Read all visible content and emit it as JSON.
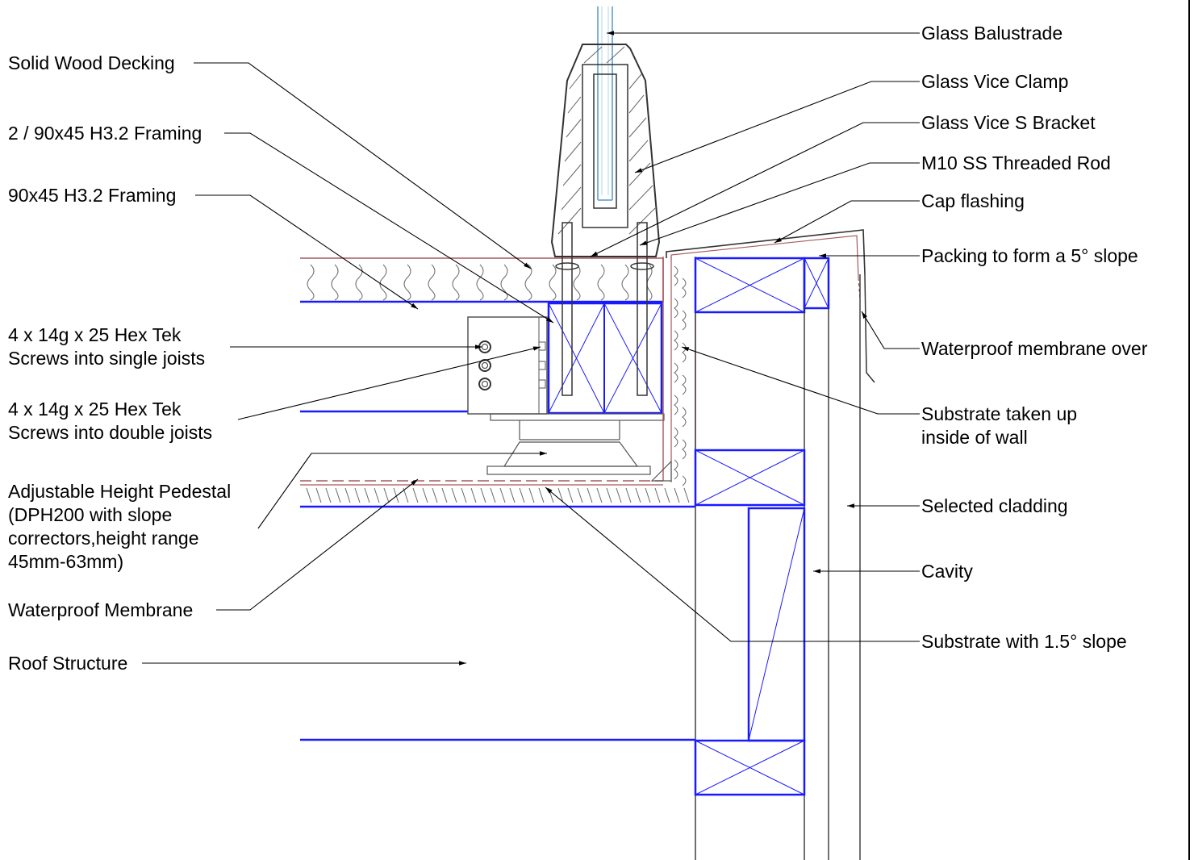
{
  "colors": {
    "timber_blue": "#1a1aff",
    "membrane_red": "#a8585e",
    "glass_blue": "#7fb2d6",
    "leader_black": "#000000"
  },
  "labels_left": [
    {
      "key": "decking",
      "lines": [
        "Solid Wood Decking"
      ]
    },
    {
      "key": "framing_double",
      "lines": [
        "2 / 90x45 H3.2 Framing"
      ]
    },
    {
      "key": "framing_single",
      "lines": [
        "90x45 H3.2 Framing"
      ]
    },
    {
      "key": "screws_single",
      "lines": [
        "4 x 14g x 25 Hex Tek",
        "Screws into single joists"
      ]
    },
    {
      "key": "screws_double",
      "lines": [
        "4 x 14g x 25 Hex Tek",
        "Screws into double joists"
      ]
    },
    {
      "key": "pedestal",
      "lines": [
        "Adjustable Height Pedestal",
        "(DPH200 with slope",
        "correctors,height range",
        "45mm-63mm)"
      ]
    },
    {
      "key": "membrane",
      "lines": [
        "Waterproof Membrane"
      ]
    },
    {
      "key": "roof",
      "lines": [
        "Roof Structure"
      ]
    }
  ],
  "labels_right": [
    {
      "key": "glass",
      "lines": [
        "Glass Balustrade"
      ]
    },
    {
      "key": "clamp",
      "lines": [
        "Glass Vice Clamp"
      ]
    },
    {
      "key": "bracket",
      "lines": [
        "Glass Vice S Bracket"
      ]
    },
    {
      "key": "rod",
      "lines": [
        "M10 SS Threaded Rod"
      ]
    },
    {
      "key": "cap",
      "lines": [
        "Cap flashing"
      ]
    },
    {
      "key": "packing",
      "lines": [
        "Packing to form a 5° slope"
      ]
    },
    {
      "key": "wp_over",
      "lines": [
        "Waterproof  membrane over"
      ]
    },
    {
      "key": "substrate_wall",
      "lines": [
        "Substrate taken up",
        "inside of wall"
      ]
    },
    {
      "key": "cladding",
      "lines": [
        "Selected cladding"
      ]
    },
    {
      "key": "cavity",
      "lines": [
        "Cavity"
      ]
    },
    {
      "key": "substrate_slope",
      "lines": [
        "Substrate with 1.5° slope"
      ]
    }
  ]
}
